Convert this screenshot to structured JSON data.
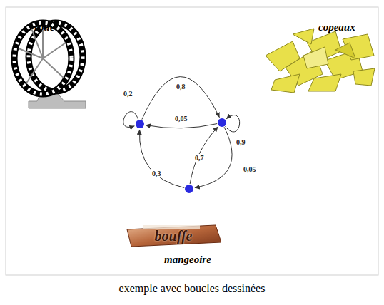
{
  "diagram": {
    "caption": "exemple avec boucles dessinées",
    "nodes": [
      {
        "text": [
          "roue"
        ]
      },
      {
        "text": [
          "copeaux"
        ]
      },
      {
        "text": [
          "mangeoire"
        ]
      }
    ],
    "edges": [
      {
        "from": 0,
        "to": 0,
        "label": "0,2",
        "arrow": "to"
      },
      {
        "from": 0,
        "to": 1,
        "label": "0,8",
        "arrow": "to"
      },
      {
        "from": 1,
        "to": 0,
        "label": "0,05",
        "arrow": "to"
      },
      {
        "from": 1,
        "to": 1,
        "label": "0,9",
        "arrow": "to"
      },
      {
        "from": 2,
        "to": 0,
        "label": "0,3",
        "arrow": "to"
      },
      {
        "from": 2,
        "to": 1,
        "label": "0,7",
        "arrow": "to"
      },
      {
        "from": 1,
        "to": 2,
        "label": "0,05",
        "arrow": "to"
      }
    ],
    "labels": [
      "bouffe"
    ]
  }
}
